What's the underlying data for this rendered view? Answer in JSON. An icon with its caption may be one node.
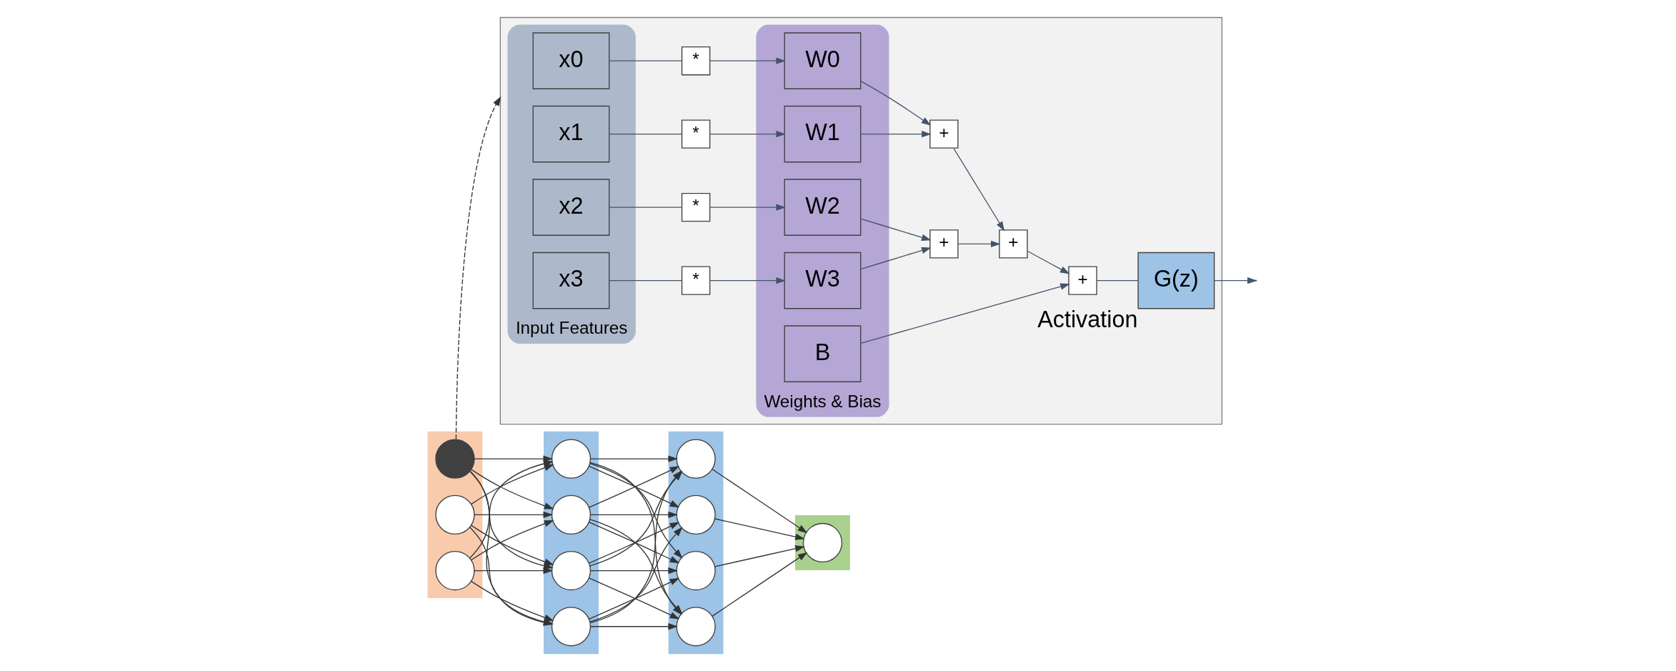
{
  "diagram": {
    "nodes": [
      {
        "text": [],
        "shape": "box"
      },
      {
        "text": [],
        "shape": "circle",
        "in": 0
      },
      {
        "text": [],
        "shape": "circle",
        "in": 0
      },
      {
        "text": [],
        "shape": "circle",
        "in": 0
      },
      {
        "text": [],
        "shape": "box"
      },
      {
        "text": [],
        "shape": "circle",
        "in": 4
      },
      {
        "text": [],
        "shape": "circle",
        "in": 4
      },
      {
        "text": [],
        "shape": "circle",
        "in": 4
      },
      {
        "text": [],
        "shape": "circle",
        "in": 4
      },
      {
        "text": [],
        "shape": "box"
      },
      {
        "text": [],
        "shape": "circle",
        "in": 9
      },
      {
        "text": [],
        "shape": "circle",
        "in": 9
      },
      {
        "text": [],
        "shape": "circle",
        "in": 9
      },
      {
        "text": [],
        "shape": "circle",
        "in": 9
      },
      {
        "text": [],
        "shape": "box"
      },
      {
        "text": [],
        "shape": "circle",
        "in": 14
      },
      {
        "text": [],
        "shape": "box"
      },
      {
        "text": [
          "Input Features"
        ],
        "in": 16
      },
      {
        "text": [
          "x0"
        ],
        "in": 17
      },
      {
        "text": [
          "x1"
        ],
        "in": 17
      },
      {
        "text": [
          "x2"
        ],
        "in": 17
      },
      {
        "text": [
          "x3"
        ],
        "in": 17
      },
      {
        "text": [
          "*"
        ],
        "in": 16
      },
      {
        "text": [
          "*"
        ],
        "in": 16
      },
      {
        "text": [
          "*"
        ],
        "in": 16
      },
      {
        "text": [
          "*"
        ],
        "in": 16
      },
      {
        "text": [
          "Weights & Bias"
        ],
        "in": 16
      },
      {
        "text": [
          "W0"
        ],
        "in": 26
      },
      {
        "text": [
          "W1"
        ],
        "in": 26
      },
      {
        "text": [
          "W2"
        ],
        "in": 26
      },
      {
        "text": [
          "W3"
        ],
        "in": 26
      },
      {
        "text": [
          "B"
        ],
        "in": 26
      },
      {
        "text": [
          "+"
        ],
        "in": 16
      },
      {
        "text": [
          "+"
        ],
        "in": 16
      },
      {
        "text": [
          "+"
        ],
        "in": 16
      },
      {
        "text": [
          "+"
        ],
        "in": 16
      },
      {
        "text": [
          "G(z)"
        ],
        "beside": [
          "Activation"
        ],
        "in": 16
      }
    ],
    "edges": [
      {
        "from": 1,
        "to": 5,
        "arrow": "to"
      },
      {
        "from": 1,
        "to": 6,
        "arrow": "to"
      },
      {
        "from": 1,
        "to": 7,
        "arrow": "to"
      },
      {
        "from": 1,
        "to": 8,
        "arrow": "to"
      },
      {
        "from": 2,
        "to": 5,
        "arrow": "to"
      },
      {
        "from": 2,
        "to": 6,
        "arrow": "to"
      },
      {
        "from": 2,
        "to": 7,
        "arrow": "to"
      },
      {
        "from": 2,
        "to": 8,
        "arrow": "to"
      },
      {
        "from": 3,
        "to": 5,
        "arrow": "to"
      },
      {
        "from": 3,
        "to": 6,
        "arrow": "to"
      },
      {
        "from": 3,
        "to": 7,
        "arrow": "to"
      },
      {
        "from": 3,
        "to": 8,
        "arrow": "to"
      },
      {
        "from": 5,
        "to": 10,
        "arrow": "to"
      },
      {
        "from": 5,
        "to": 11,
        "arrow": "to"
      },
      {
        "from": 5,
        "to": 12,
        "arrow": "to"
      },
      {
        "from": 5,
        "to": 13,
        "arrow": "to"
      },
      {
        "from": 6,
        "to": 10,
        "arrow": "to"
      },
      {
        "from": 6,
        "to": 11,
        "arrow": "to"
      },
      {
        "from": 6,
        "to": 12,
        "arrow": "to"
      },
      {
        "from": 6,
        "to": 13,
        "arrow": "to"
      },
      {
        "from": 7,
        "to": 10,
        "arrow": "to"
      },
      {
        "from": 7,
        "to": 11,
        "arrow": "to"
      },
      {
        "from": 7,
        "to": 12,
        "arrow": "to"
      },
      {
        "from": 7,
        "to": 13,
        "arrow": "to"
      },
      {
        "from": 8,
        "to": 10,
        "arrow": "to"
      },
      {
        "from": 8,
        "to": 11,
        "arrow": "to"
      },
      {
        "from": 8,
        "to": 12,
        "arrow": "to"
      },
      {
        "from": 8,
        "to": 13,
        "arrow": "to"
      },
      {
        "from": 10,
        "to": 15,
        "arrow": "to"
      },
      {
        "from": 11,
        "to": 15,
        "arrow": "to"
      },
      {
        "from": 12,
        "to": 15,
        "arrow": "to"
      },
      {
        "from": 13,
        "to": 15,
        "arrow": "to"
      },
      {
        "from": 1,
        "to": 16,
        "arrow": "to",
        "style": "dashed"
      },
      {
        "from": 18,
        "to": 22,
        "arrow": "none",
        "color": "#44546a"
      },
      {
        "from": 22,
        "to": 27,
        "arrow": "to",
        "color": "#44546a"
      },
      {
        "from": 19,
        "to": 23,
        "arrow": "none",
        "color": "#44546a"
      },
      {
        "from": 23,
        "to": 28,
        "arrow": "to",
        "color": "#44546a"
      },
      {
        "from": 20,
        "to": 24,
        "arrow": "none",
        "color": "#44546a"
      },
      {
        "from": 24,
        "to": 29,
        "arrow": "to",
        "color": "#44546a"
      },
      {
        "from": 21,
        "to": 25,
        "arrow": "none",
        "color": "#44546a"
      },
      {
        "from": 25,
        "to": 30,
        "arrow": "to",
        "color": "#44546a"
      },
      {
        "from": 27,
        "to": 32,
        "arrow": "to",
        "color": "#44546a"
      },
      {
        "from": 28,
        "to": 32,
        "arrow": "to",
        "color": "#44546a"
      },
      {
        "from": 29,
        "to": 33,
        "arrow": "to",
        "color": "#44546a"
      },
      {
        "from": 30,
        "to": 33,
        "arrow": "to",
        "color": "#44546a"
      },
      {
        "from": 32,
        "to": 34,
        "arrow": "to",
        "color": "#44546a"
      },
      {
        "from": 33,
        "to": 34,
        "arrow": "to",
        "color": "#44546a"
      },
      {
        "from": 34,
        "to": 35,
        "arrow": "to",
        "color": "#44546a"
      },
      {
        "from": 31,
        "to": 35,
        "arrow": "to",
        "color": "#44546a"
      },
      {
        "from": 35,
        "to": 36,
        "arrow": "none",
        "color": "#44546a"
      },
      {
        "from": 36,
        "to": null,
        "arrow": "to",
        "color": "#44546a"
      }
    ]
  }
}
